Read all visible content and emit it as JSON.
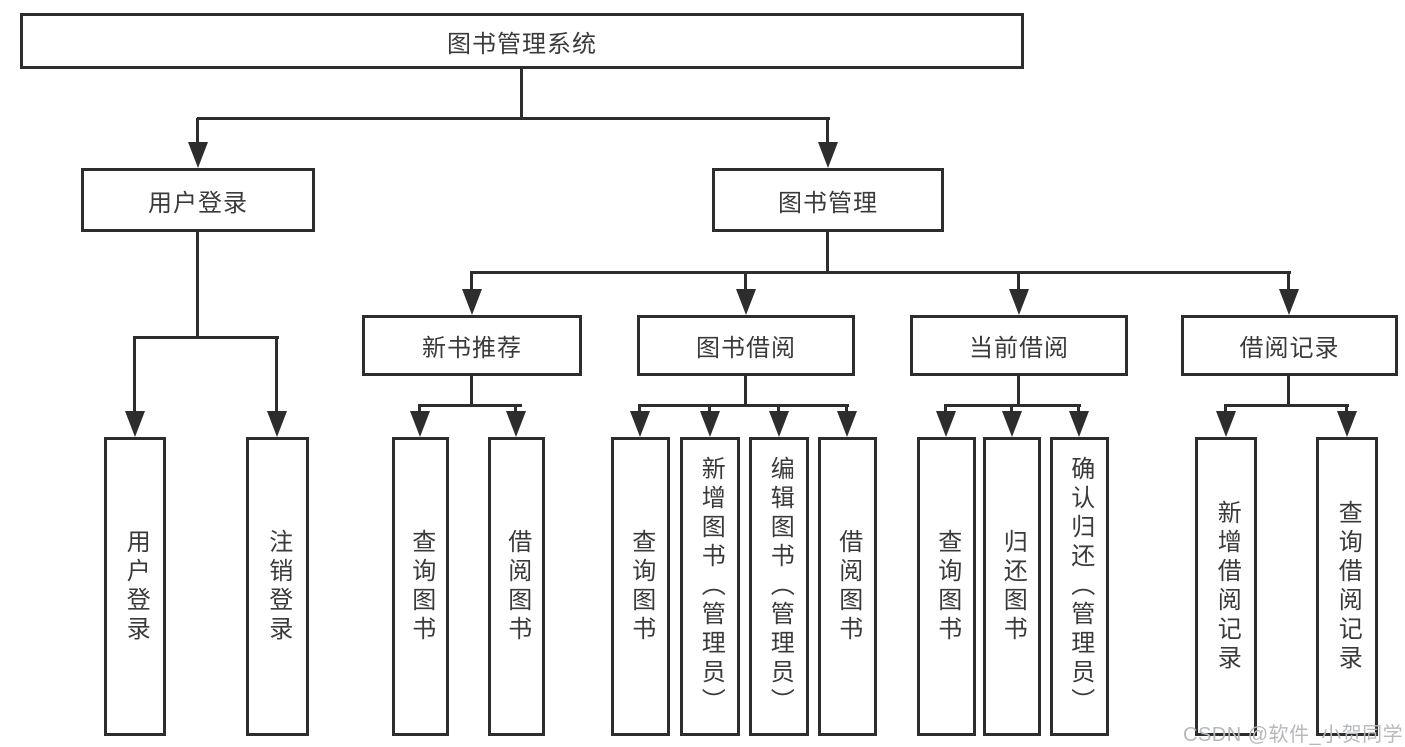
{
  "colors": {
    "line": "#2d2d2d",
    "text": "#3a3a3a",
    "watermark": "#b6b9bc",
    "background": "#ffffff"
  },
  "tree": {
    "root": {
      "label": "图书管理系统"
    },
    "branches": [
      {
        "label": "用户登录",
        "children": [
          {
            "label": "用户登录"
          },
          {
            "label": "注销登录"
          }
        ]
      },
      {
        "label": "图书管理",
        "groups": [
          {
            "label": "新书推荐",
            "children": [
              {
                "label": "查询图书"
              },
              {
                "label": "借阅图书"
              }
            ]
          },
          {
            "label": "图书借阅",
            "children": [
              {
                "label": "查询图书"
              },
              {
                "label": "新增图书（管理员）"
              },
              {
                "label": "编辑图书（管理员）"
              },
              {
                "label": "借阅图书"
              }
            ]
          },
          {
            "label": "当前借阅",
            "children": [
              {
                "label": "查询图书"
              },
              {
                "label": "归还图书"
              },
              {
                "label": "确认归还（管理员）"
              }
            ]
          },
          {
            "label": "借阅记录",
            "children": [
              {
                "label": "新增借阅记录"
              },
              {
                "label": "查询借阅记录"
              }
            ]
          }
        ]
      }
    ]
  },
  "watermark": {
    "text": "CSDN @软件_小贺同学"
  }
}
